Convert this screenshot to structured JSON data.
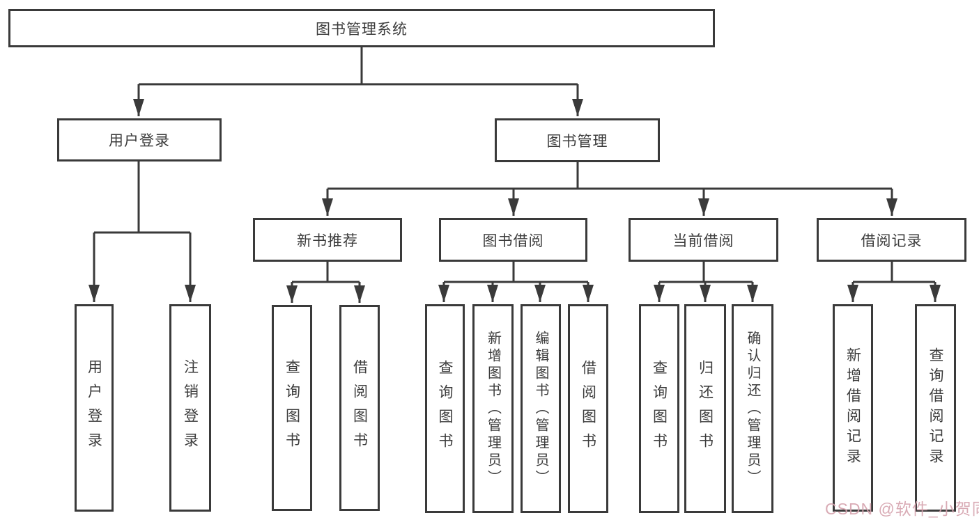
{
  "diagram": {
    "type": "tree",
    "root": {
      "label": "图书管理系统"
    },
    "branches": [
      {
        "label": "用户登录",
        "leaves": [
          {
            "label": "用户登录"
          },
          {
            "label": "注销登录"
          }
        ]
      },
      {
        "label": "图书管理",
        "groups": [
          {
            "label": "新书推荐",
            "leaves": [
              {
                "label": "查询图书"
              },
              {
                "label": "借阅图书"
              }
            ]
          },
          {
            "label": "图书借阅",
            "leaves": [
              {
                "label": "查询图书"
              },
              {
                "label": "新增图书（管理员）"
              },
              {
                "label": "编辑图书（管理员）"
              },
              {
                "label": "借阅图书"
              }
            ]
          },
          {
            "label": "当前借阅",
            "leaves": [
              {
                "label": "查询图书"
              },
              {
                "label": "归还图书"
              },
              {
                "label": "确认归还（管理员）"
              }
            ]
          },
          {
            "label": "借阅记录",
            "leaves": [
              {
                "label": "新增借阅记录"
              },
              {
                "label": "查询借阅记录"
              }
            ]
          }
        ]
      }
    ]
  },
  "colors": {
    "line": "#3a3a3a",
    "text": "#3c3c3c",
    "watermark": "#d5a3ae",
    "background": "#ffffff"
  },
  "watermark": {
    "text": "CSDN @软件_小贺同学"
  }
}
